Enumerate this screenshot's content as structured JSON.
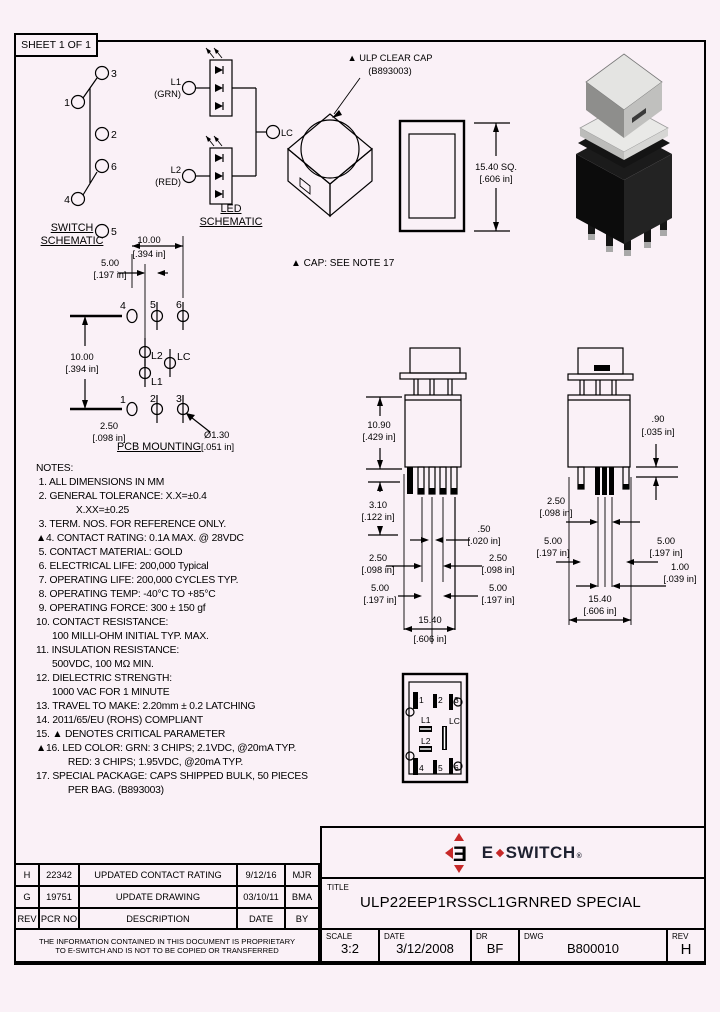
{
  "sheet": {
    "label": "SHEET 1 OF 1"
  },
  "colors": {
    "bg": "#faf1f7",
    "line": "#000000",
    "logo_red": "#c62828",
    "logo_text": "#1e2130"
  },
  "sch_sw": {
    "t1": "1",
    "t2": "2",
    "t3": "3",
    "t4": "4",
    "t5": "5",
    "t6": "6",
    "title1": "SWITCH",
    "title2": "SCHEMATIC"
  },
  "sch_led": {
    "l1": "L1",
    "l1_color": "(GRN)",
    "l2": "L2",
    "l2_color": "(RED)",
    "lc": "LC",
    "title1": "LED",
    "title2": "SCHEMATIC"
  },
  "cap": {
    "callout1": "▲ ULP CLEAR CAP",
    "callout2": "(B893003)",
    "sq_mm": "15.40  SQ.",
    "sq_in": "[.606 in]",
    "note": "▲ CAP: SEE NOTE 17"
  },
  "pcb": {
    "title": "PCB MOUNTING",
    "top10_mm": "10.00",
    "top10_in": "[.394 in]",
    "top5_mm": "5.00",
    "top5_in": "[.197 in]",
    "v10_mm": "10.00",
    "v10_in": "[.394 in]",
    "b25_mm": "2.50",
    "b25_in": "[.098 in]",
    "hole_mm": "Ø1.30",
    "hole_in": "[.051 in]",
    "t1": "1",
    "t2": "2",
    "t3": "3",
    "t4": "4",
    "t5": "5",
    "t6": "6",
    "l1": "L1",
    "l2": "L2",
    "lc": "LC"
  },
  "front_view": {
    "h_mm": "10.90",
    "h_in": "[.429 in]",
    "pinlen_mm": "3.10",
    "pinlen_in": "[.122 in]",
    "pinw_mm": ".50",
    "pinw_in": "[.020 in]",
    "p25l_mm": "2.50",
    "p25l_in": "[.098 in]",
    "p25r_mm": "2.50",
    "p25r_in": "[.098 in]",
    "p5l_mm": "5.00",
    "p5l_in": "[.197 in]",
    "p5r_mm": "5.00",
    "p5r_in": "[.197 in]",
    "w_mm": "15.40",
    "w_in": "[.606 in]"
  },
  "side_view": {
    "shoulder_mm": ".90",
    "shoulder_in": "[.035 in]",
    "p25_mm": "2.50",
    "p25_in": "[.098 in]",
    "p5l_mm": "5.00",
    "p5l_in": "[.197 in]",
    "p5r_mm": "5.00",
    "p5r_in": "[.197 in]",
    "p1_mm": "1.00",
    "p1_in": "[.039 in]",
    "w_mm": "15.40",
    "w_in": "[.606 in]"
  },
  "bottom_view": {
    "p1": "1",
    "p2": "2",
    "p3": "3",
    "p4": "4",
    "p5": "5",
    "p6": "6",
    "l1": "L1",
    "l2": "L2",
    "lc": "LC"
  },
  "notes": {
    "lines": [
      "NOTES:",
      " 1. ALL DIMENSIONS IN MM",
      " 2. GENERAL TOLERANCE: X.X=±0.4",
      "               X.XX=±0.25",
      " 3. TERM. NOS. FOR REFERENCE ONLY.",
      "▲4. CONTACT RATING: 0.1A MAX. @ 28VDC",
      " 5. CONTACT MATERIAL: GOLD",
      " 6. ELECTRICAL LIFE: 200,000 Typical",
      " 7. OPERATING LIFE: 200,000 CYCLES TYP.",
      " 8. OPERATING TEMP: -40°C TO +85°C",
      " 9. OPERATING FORCE: 300 ± 150 gf",
      "10. CONTACT RESISTANCE:",
      "      100 MILLI-OHM INITIAL TYP. MAX.",
      "11. INSULATION RESISTANCE:",
      "      500VDC, 100 MΩ MIN.",
      "12. DIELECTRIC STRENGTH:",
      "      1000 VAC FOR 1 MINUTE",
      "13. TRAVEL TO MAKE: 2.20mm ± 0.2 LATCHING",
      "14. 2011/65/EU (ROHS) COMPLIANT",
      "15. ▲ DENOTES CRITICAL PARAMETER",
      "▲16. LED COLOR: GRN: 3 CHIPS; 2.1VDC, @20mA TYP.",
      "            RED: 3 CHIPS; 1.95VDC, @20mA TYP.",
      "17. SPECIAL PACKAGE: CAPS SHIPPED BULK, 50 PIECES",
      "            PER BAG. (B893003)"
    ]
  },
  "revisions": {
    "rows": [
      {
        "rev": "H",
        "pcr": "22342",
        "desc": "UPDATED CONTACT RATING",
        "date": "9/12/16",
        "by": "MJR"
      },
      {
        "rev": "G",
        "pcr": "19751",
        "desc": "UPDATE DRAWING",
        "date": "03/10/11",
        "by": "BMA"
      },
      {
        "rev": "REV",
        "pcr": "PCR NO",
        "desc": "DESCRIPTION",
        "date": "DATE",
        "by": "BY"
      }
    ],
    "prop1": "THE INFORMATION CONTAINED IN THIS DOCUMENT IS PROPRIETARY",
    "prop2": "TO E-SWITCH AND IS NOT TO BE COPIED OR TRANSFERRED"
  },
  "titleblock": {
    "logo": {
      "glyph": "Ǝ",
      "word_e": "E",
      "word_switch": "SWITCH",
      "reg": "®"
    },
    "title_label": "TITLE",
    "title": "ULP22EEP1RSSCL1GRNRED SPECIAL",
    "scale_label": "SCALE",
    "scale": "3:2",
    "date_label": "DATE",
    "date": "3/12/2008",
    "dr_label": "DR",
    "dr": "BF",
    "dwg_label": "DWG",
    "dwg": "B800010",
    "rev_label": "REV",
    "rev": "H"
  }
}
